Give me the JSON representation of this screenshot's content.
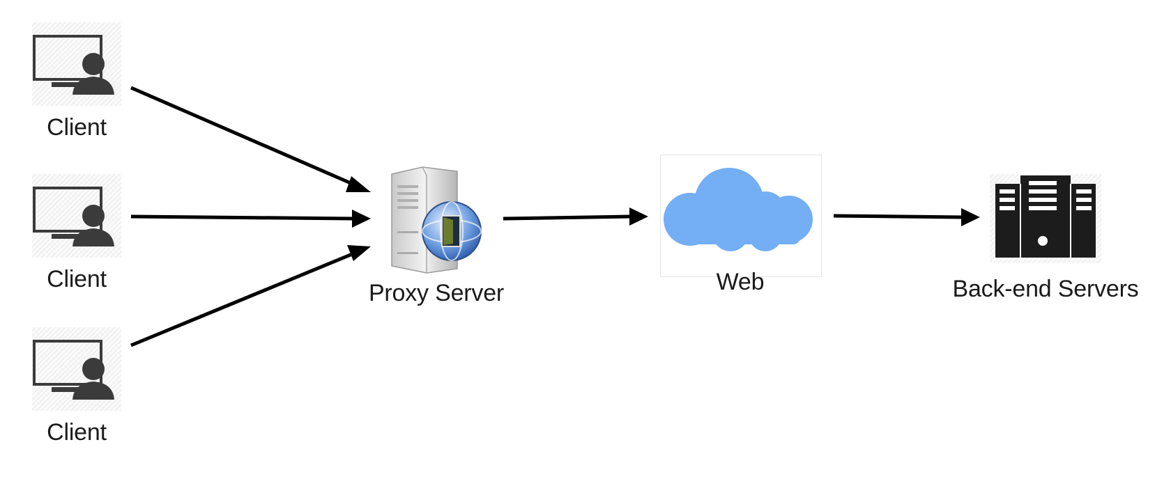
{
  "diagram": {
    "nodes": {
      "client_1": {
        "label": "Client",
        "icon": "client-monitor-user-icon"
      },
      "client_2": {
        "label": "Client",
        "icon": "client-monitor-user-icon"
      },
      "client_3": {
        "label": "Client",
        "icon": "client-monitor-user-icon"
      },
      "proxy": {
        "label": "Proxy Server",
        "icon": "proxy-server-globe-icon"
      },
      "web": {
        "label": "Web",
        "icon": "cloud-icon"
      },
      "backend": {
        "label": "Back-end Servers",
        "icon": "server-rack-icon"
      }
    },
    "edges": [
      {
        "from": "client_1",
        "to": "proxy"
      },
      {
        "from": "client_2",
        "to": "proxy"
      },
      {
        "from": "client_3",
        "to": "proxy"
      },
      {
        "from": "proxy",
        "to": "web"
      },
      {
        "from": "web",
        "to": "backend"
      }
    ],
    "colors": {
      "arrow": "#000000",
      "cloud": "#74aef5",
      "icon_dark": "#3b3b3b"
    }
  }
}
